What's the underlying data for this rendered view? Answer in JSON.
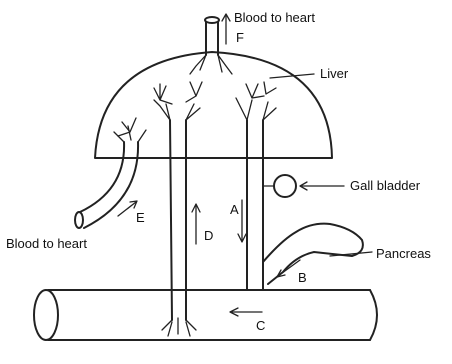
{
  "labels": {
    "blood_to_heart_top": "Blood to heart",
    "liver": "Liver",
    "gall_bladder": "Gall bladder",
    "pancreas": "Pancreas",
    "blood_to_heart_left": "Blood to heart"
  },
  "letters": {
    "a": "A",
    "b": "B",
    "c": "C",
    "d": "D",
    "e": "E",
    "f": "F"
  }
}
